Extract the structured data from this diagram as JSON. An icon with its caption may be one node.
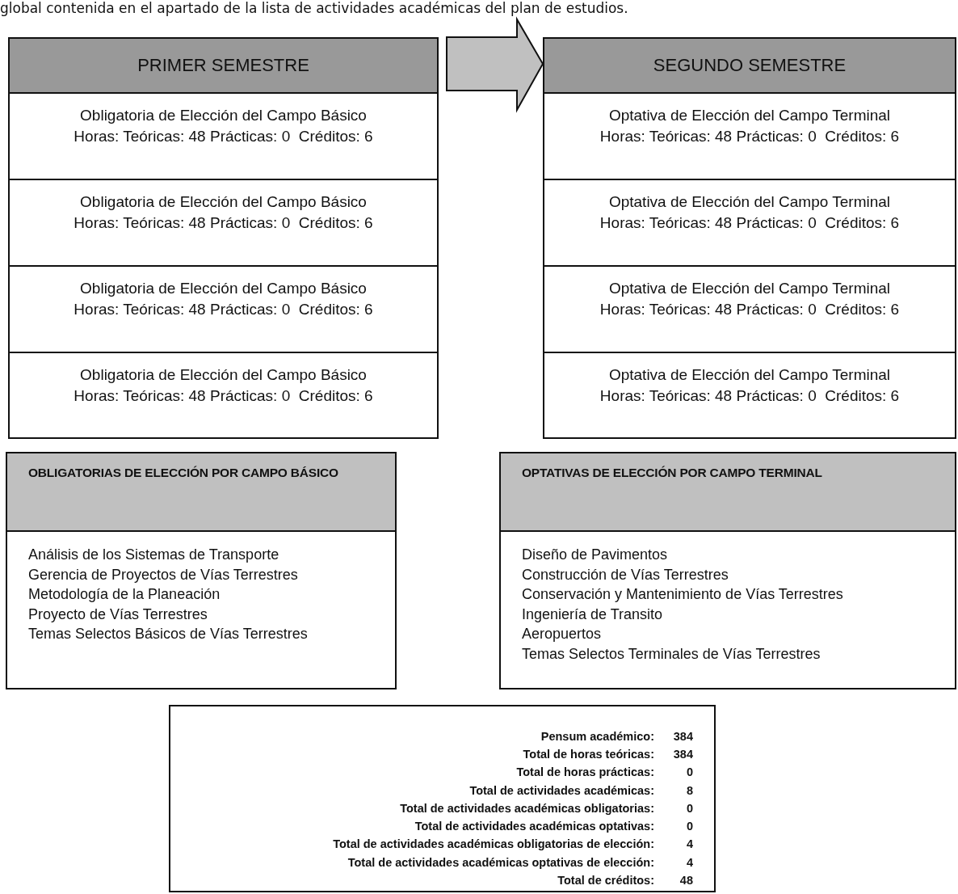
{
  "diagram": {
    "nodes": [
      {
        "text": [
          "PRIMER SEMESTRE"
        ]
      },
      {
        "text": [
          "Obligatoria de Elección del Campo Básico",
          "Horas: Teóricas: 48 Prácticas: 0  Créditos: 6"
        ],
        "in": 0
      },
      {
        "text": [
          "Obligatoria de Elección del Campo Básico",
          "Horas: Teóricas: 48 Prácticas: 0  Créditos: 6"
        ],
        "in": 0
      },
      {
        "text": [
          "Obligatoria de Elección del Campo Básico",
          "Horas: Teóricas: 48 Prácticas: 0  Créditos: 6"
        ],
        "in": 0
      },
      {
        "text": [
          "Obligatoria de Elección del Campo Básico",
          "Horas: Teóricas: 48 Prácticas: 0  Créditos: 6"
        ],
        "in": 0
      },
      {
        "text": [
          "SEGUNDO SEMESTRE"
        ]
      },
      {
        "text": [
          "Optativa de Elección del Campo Terminal",
          "Horas: Teóricas: 48 Prácticas: 0  Créditos: 6"
        ],
        "in": 5
      },
      {
        "text": [
          "Optativa de Elección del Campo Terminal",
          "Horas: Teóricas: 48 Prácticas: 0  Créditos: 6"
        ],
        "in": 5
      },
      {
        "text": [
          "Optativa de Elección del Campo Terminal",
          "Horas: Teóricas: 48 Prácticas: 0  Créditos: 6"
        ],
        "in": 5
      },
      {
        "text": [
          "Optativa de Elección del Campo Terminal",
          "Horas: Teóricas: 48 Prácticas: 0  Créditos: 6"
        ],
        "in": 5
      },
      {
        "text": [
          "OBLIGATORIAS DE ELECCIÓN POR CAMPO BÁSICO",
          "Análisis de los Sistemas de Transporte",
          "Gerencia de Proyectos de Vías Terrestres",
          "Metodología de la Planeación",
          "Proyecto de Vías Terrestres",
          "Temas Selectos Básicos de Vías Terrestres"
        ]
      },
      {
        "text": [
          "OPTATIVAS DE ELECCIÓN POR CAMPO TERMINAL",
          "Diseño de Pavimentos",
          "Construcción de Vías Terrestres",
          "Conservación y Mantenimiento de Vías Terrestres",
          "Ingeniería de Transito",
          "Aeropuertos",
          "Temas Selectos Terminales de Vías Terrestres"
        ]
      },
      {
        "text": [
          "Pensum académico:",
          "384",
          "Total de horas teóricas:",
          "384",
          "Total de horas prácticas:",
          "0",
          "Total de actividades académicas:",
          "8",
          "Total de actividades académicas obligatorias:",
          "0",
          "Total de actividades académicas optativas:",
          "0",
          "Total de actividades académicas obligatorias de elección:",
          "4",
          "Total de actividades académicas optativas de elección:",
          "4",
          "Total de créditos:",
          "48"
        ]
      }
    ],
    "edges": [
      {
        "from": 0,
        "to": 5,
        "arrow": "to"
      }
    ],
    "labels": [
      "global contenida en el apartado de la lista de actividades académicas del plan de estudios."
    ]
  }
}
